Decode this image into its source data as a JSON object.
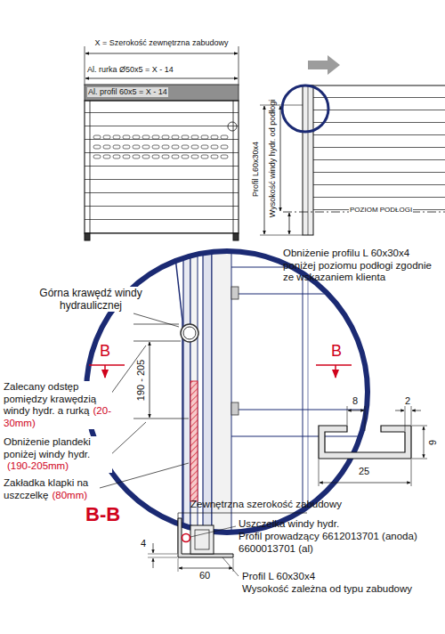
{
  "diagram": {
    "labels": [
      "X = Szerokość zewnętrzna zabudowy",
      "Al. rurka Ø50x5 = X - 14",
      "Al. profil 60x5 = X - 14",
      "Profil L60x30x4",
      "Wysokość windy hydr. od podłogi",
      "POZIOM PODŁOGI",
      "Obniżenie profilu L 60x30x4 poniżej poziomu podłogi zgodnie ze wskazaniem klienta",
      "Górna krawędź windy hydraulicznej",
      "B",
      "B",
      "190 - 205",
      "Zalecany odstęp pomiędzy krawędzią windy hydr. a rurką",
      "(20-30mm)",
      "Obniżenie plandeki poniżej windy hydr.",
      "(190-205mm)",
      "Zakładka klapki na uszczelkę",
      "(80mm)",
      "8",
      "2",
      "9",
      "25",
      "B-B",
      "Zewnętrzna szerokość zabudowy",
      "Uszczelka windy hydr.",
      "Profil prowadzący 6612013701 (anoda) 6600013701 (al)",
      "4",
      "60",
      "Profil L 60x30x4",
      "Wysokość zależna od typu zabudowy"
    ]
  }
}
